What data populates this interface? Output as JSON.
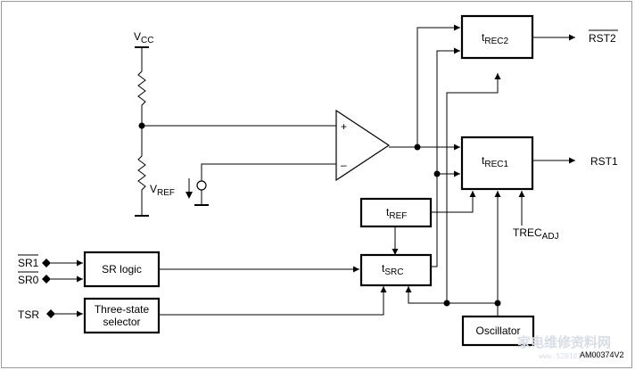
{
  "labels": {
    "vcc_main": "V",
    "vcc_sub": "CC",
    "vref_main": "V",
    "vref_sub": "REF",
    "comp_plus": "+",
    "comp_minus": "–",
    "trec2_main": "t",
    "trec2_sub": "REC2",
    "trec1_main": "t",
    "trec1_sub": "REC1",
    "tref_main": "t",
    "tref_sub": "REF",
    "tsrc_main": "t",
    "tsrc_sub": "SRC",
    "rst2": "RST2",
    "rst1": "RST1",
    "trecadj_main": "TREC",
    "trecadj_sub": "ADJ",
    "sr1": "SR1",
    "sr0": "SR0",
    "tsr": "TSR",
    "sr_logic": "SR logic",
    "three_state_line1": "Three-state",
    "three_state_line2": "selector",
    "oscillator": "Oscillator",
    "figure_id": "AM00374V2",
    "watermark": "家电维修资料网",
    "watermark_url": "www.520101.com"
  },
  "colors": {
    "line": "#000000",
    "frame": "#9a9a9a",
    "watermark": "#d8dde6"
  }
}
